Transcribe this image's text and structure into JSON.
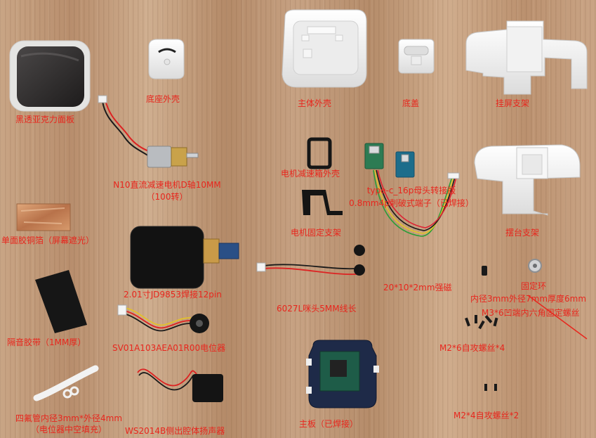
{
  "labels": {
    "acrylic_panel": "黑透亚克力面板",
    "base_shell": "底座外壳",
    "main_shell": "主体外壳",
    "bottom_cover": "底盖",
    "screen_hanger": "挂屏支架",
    "motor_line1": "N10直流减速电机D轴10MM",
    "motor_line2": "（100转）",
    "gearbox_shell": "电机减速箱外壳",
    "adapter_line1": "type-c_16p母头转接版",
    "adapter_line2": "0.8mm4p刺破式端子（已焊接）",
    "motor_bracket": "电机固定支架",
    "stand_bracket": "摆台支架",
    "copper_foil": "单面胶铜箔（屏幕遮光）",
    "screen": "2.01寸JD9853焊接12pin",
    "speaker_6027": "6027L咪头5MM线长",
    "magnet": "20*10*2mm强磁",
    "fixing_ring": "固定环",
    "ring_size": "内径3mm外径7mm厚度6mm",
    "hex_screw": "M3*6凹端内六角固定螺丝",
    "sound_tape": "隔音胶带（1MM厚）",
    "potentiometer": "SV01A103AEA01R00电位器",
    "m26_screw": "M2*6自攻螺丝*4",
    "ptfe_line1": "四氟管内径3mm*外径4mm",
    "ptfe_line2": "（电位器中空填充）",
    "speaker_ws": "WS2014B侧出腔体扬声器",
    "mainboard": "主板（已焊接）",
    "m24_screw": "M2*4自攻螺丝*2"
  },
  "colors": {
    "label": "#e8261d",
    "plastic": "#f4f4f4",
    "pcb_blue": "#1f4f8a",
    "pcb_green": "#1d5c4e",
    "copper": "#c98a5a"
  },
  "icons": [
    "acrylic-panel-icon",
    "base-shell-icon",
    "main-shell-icon",
    "bottom-cover-icon",
    "screen-hanger-icon",
    "motor-icon",
    "gearbox-shell-icon",
    "usb-adapter-icon",
    "motor-bracket-icon",
    "stand-bracket-icon",
    "copper-foil-icon",
    "lcd-screen-icon",
    "mic-cable-icon",
    "magnet-icon",
    "fixing-ring-icon",
    "screws-icon",
    "sound-tape-icon",
    "potentiometer-icon",
    "ptfe-tube-icon",
    "speaker-icon",
    "mainboard-icon"
  ]
}
